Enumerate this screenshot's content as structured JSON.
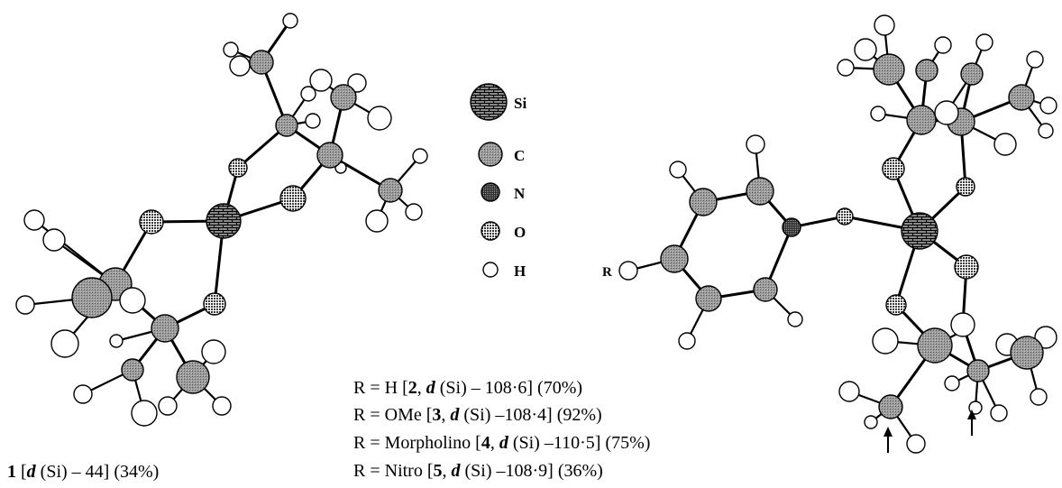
{
  "legend": {
    "si": "Si",
    "c": "C",
    "n": "N",
    "o": "O",
    "h": "H"
  },
  "substituent_label": "R",
  "compound1": {
    "num": "1",
    "open": " [",
    "d": "d",
    "rest": " (Si) – 44] (34%)"
  },
  "compounds": [
    {
      "pre": "R = H [",
      "num": "2",
      "sep": ", ",
      "d": "d",
      "rest": " (Si) – 108·6] (70%)"
    },
    {
      "pre": "R = OMe [",
      "num": "3",
      "sep": ", ",
      "d": "d",
      "rest": " (Si) –108·4] (92%)"
    },
    {
      "pre": "R = Morpholino [",
      "num": "4",
      "sep": ", ",
      "d": "d",
      "rest": " (Si) –110·5] (75%)"
    },
    {
      "pre": "R = Nitro [",
      "num": "5",
      "sep": ", ",
      "d": "d",
      "rest": " (Si) –108·9] (36%)"
    }
  ],
  "colors": {
    "atom_c": "#9a9a9a",
    "atom_h": "#ffffff",
    "bond": "#000000"
  }
}
